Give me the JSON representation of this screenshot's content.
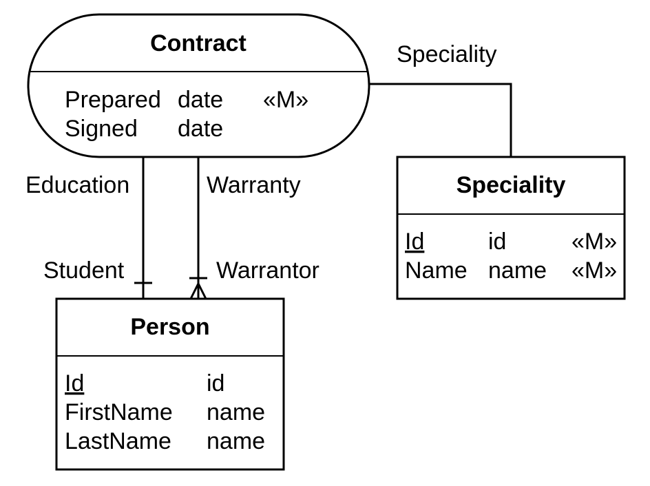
{
  "entities": {
    "contract": {
      "title": "Contract",
      "attributes": [
        {
          "name": "Prepared",
          "type": "date",
          "modifier": "«M»"
        },
        {
          "name": "Signed",
          "type": "date",
          "modifier": ""
        }
      ]
    },
    "speciality": {
      "title": "Speciality",
      "attributes": [
        {
          "name": "Id",
          "type": "id",
          "modifier": "«M»"
        },
        {
          "name": "Name",
          "type": "name",
          "modifier": "«M»"
        }
      ]
    },
    "person": {
      "title": "Person",
      "attributes": [
        {
          "name": "Id",
          "type": "id"
        },
        {
          "name": "FirstName",
          "type": "name"
        },
        {
          "name": "LastName",
          "type": "name"
        }
      ]
    }
  },
  "relationships": {
    "speciality": {
      "label": "Speciality"
    },
    "education": {
      "label": "Education",
      "end_role": "Student"
    },
    "warranty": {
      "label": "Warranty",
      "end_role": "Warrantor"
    }
  }
}
